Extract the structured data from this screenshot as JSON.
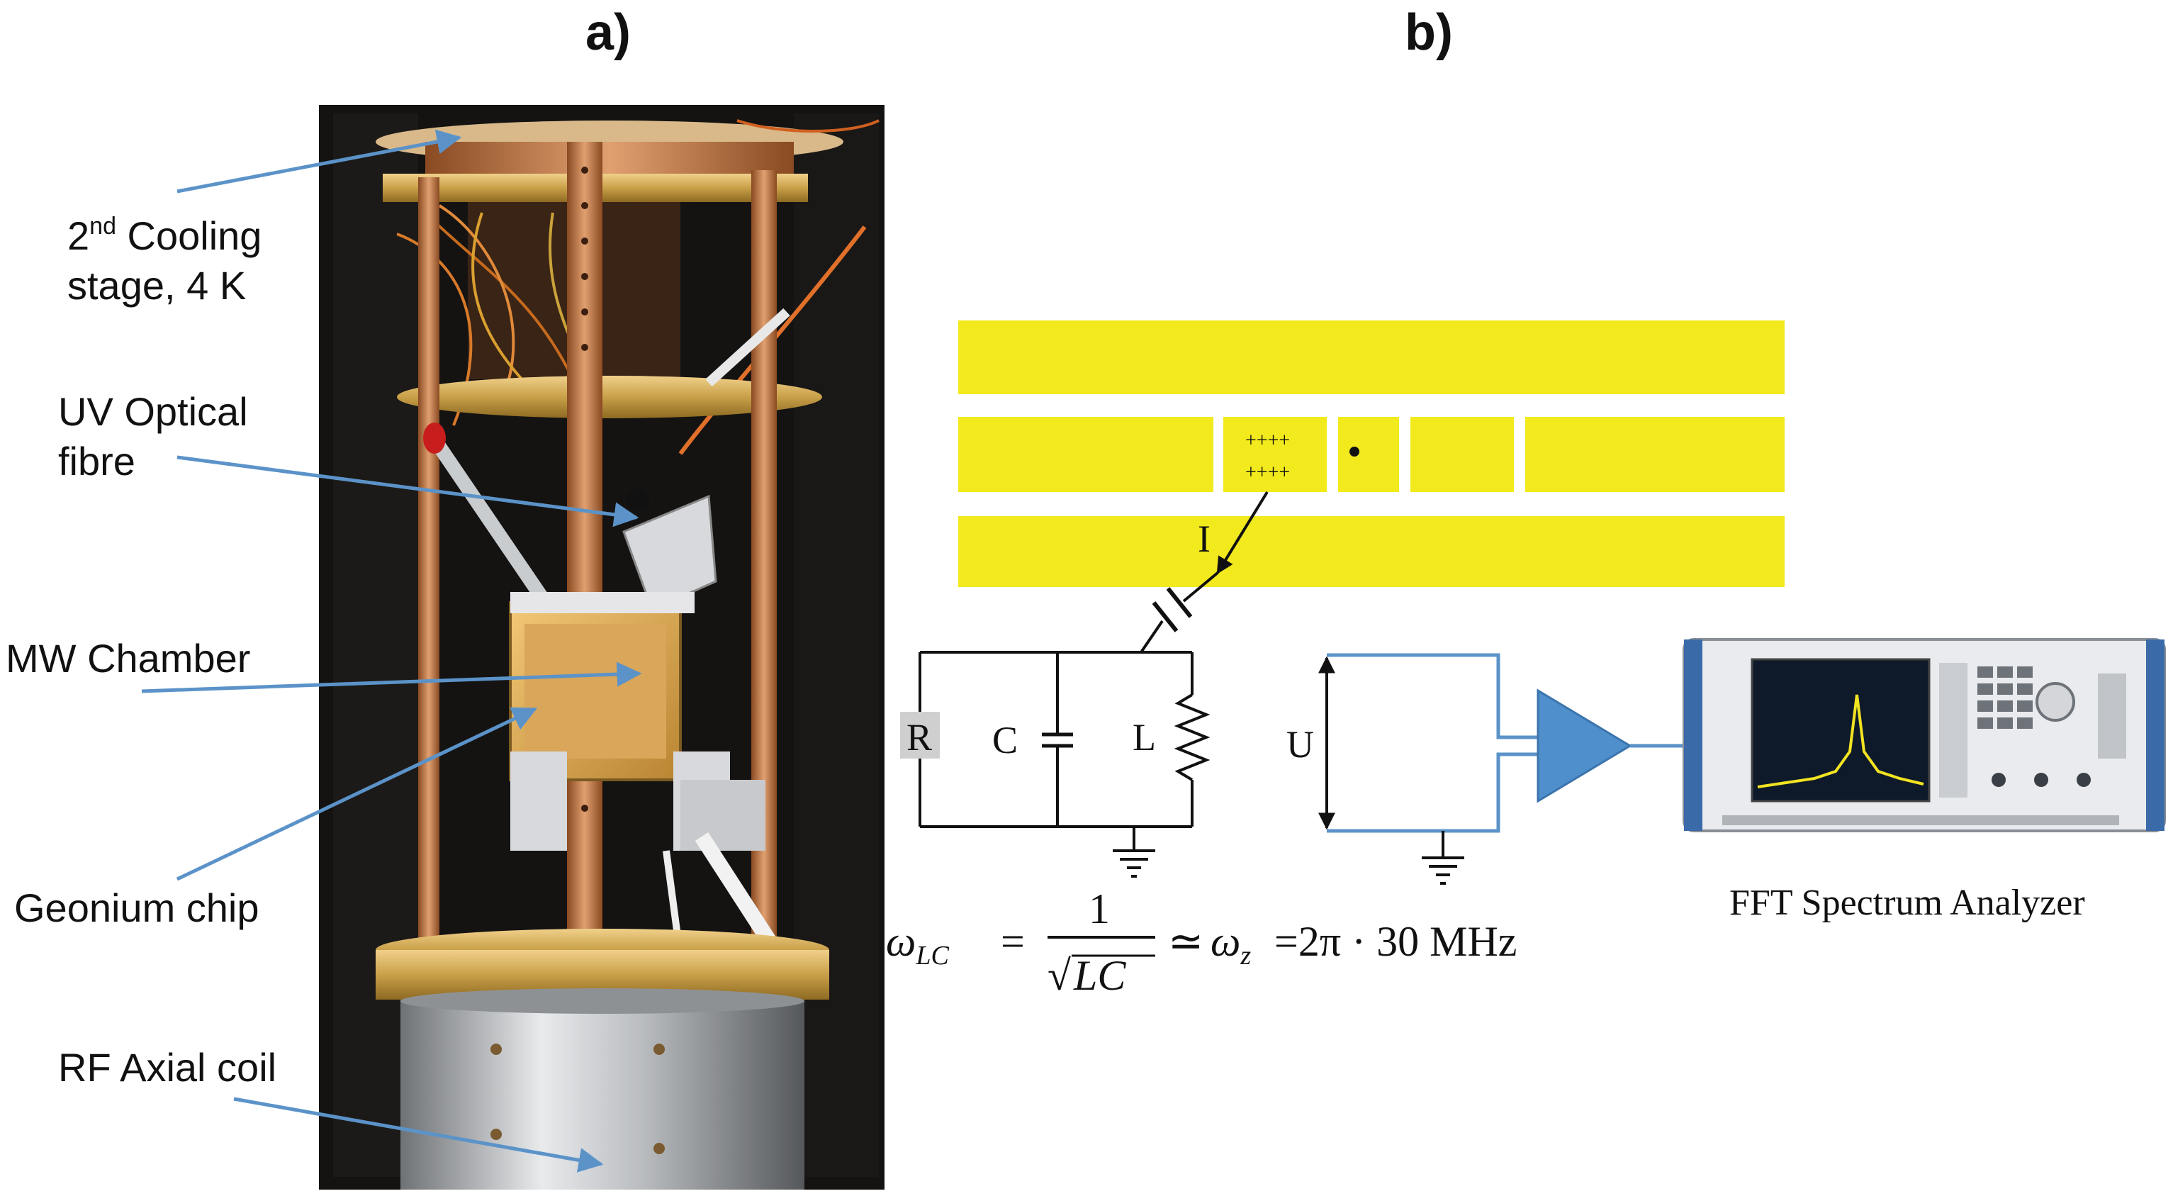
{
  "panels": {
    "a_label": "a)",
    "b_label": "b)"
  },
  "callouts": {
    "cooling_stage_line1_prefix": "2",
    "cooling_stage_line1_sup": "nd",
    "cooling_stage_line1_suffix": " Cooling",
    "cooling_stage_line2": "stage, 4 K",
    "uv_fibre_line1": "UV Optical",
    "uv_fibre_line2": "fibre",
    "mw_chamber": "MW Chamber",
    "geonium_chip": "Geonium chip",
    "rf_axial_coil": "RF Axial coil"
  },
  "trap": {
    "charges_row1": "++++",
    "charges_row2": "++++"
  },
  "circuit": {
    "current_label": "I",
    "resistor_label": "R",
    "capacitor_label": "C",
    "inductor_label": "L",
    "voltage_label": "U"
  },
  "equation": {
    "omega": "ω",
    "lc_sub": "LC",
    "equals": "=",
    "numerator": "1",
    "sqrt_symbol": "√",
    "radicand": "LC",
    "approx": "≃",
    "z_sub": "z",
    "rhs": "=2π · 30 MHz"
  },
  "analyzer": {
    "label": "FFT Spectrum Analyzer"
  },
  "colors": {
    "electrode_yellow": "#f2ea1c",
    "arrow_blue": "#5b93c9",
    "amplifier_blue": "#4f8fcb",
    "copper": "#b86b3a",
    "brass": "#c9a049"
  }
}
